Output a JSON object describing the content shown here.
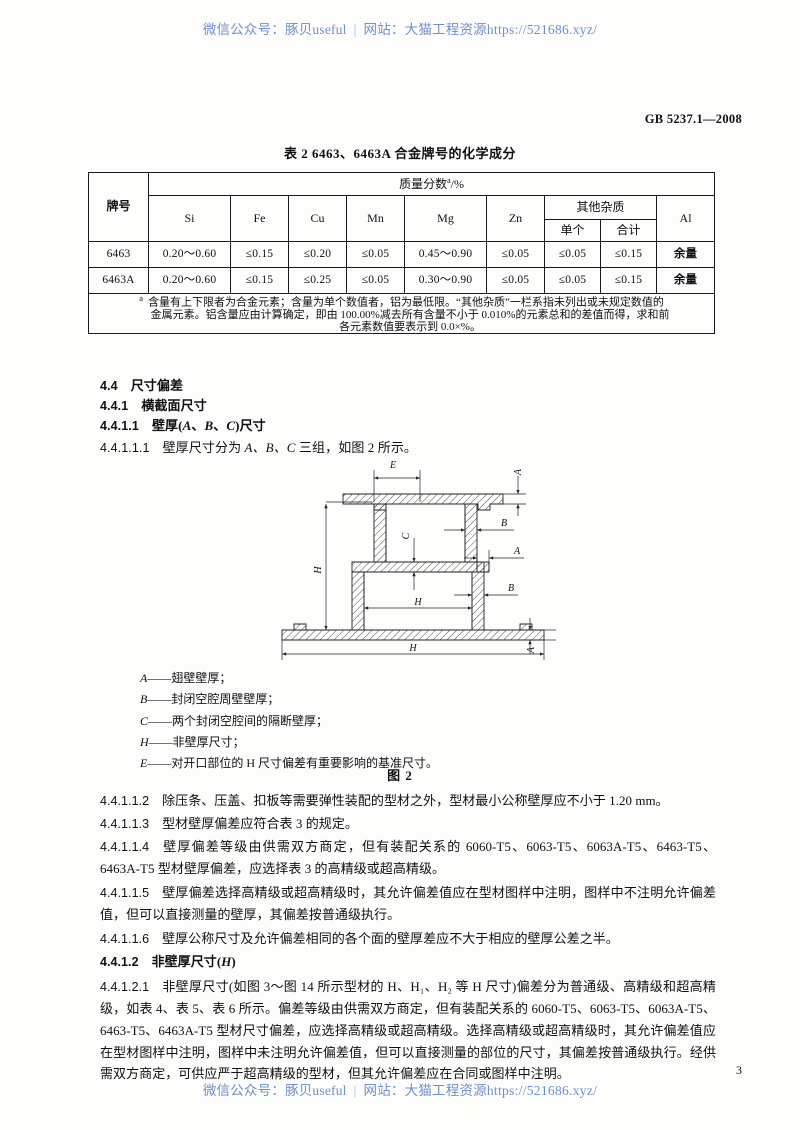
{
  "watermark": {
    "wechat_label": "微信公众号：",
    "wechat_name": "豚贝useful",
    "separator": "|",
    "site_label": "网站：",
    "site_name": "大猫工程资源",
    "url": "https://521686.xyz/"
  },
  "header": {
    "standard_code": "GB 5237.1—2008"
  },
  "footer": {
    "page_number": "3"
  },
  "table": {
    "title": "表 2    6463、6463A 合金牌号的化学成分",
    "col_brand": "牌号",
    "col_mass_fraction": "质量分数",
    "mass_fraction_sup": "a",
    "mass_fraction_unit": "/%",
    "col_si": "Si",
    "col_fe": "Fe",
    "col_cu": "Cu",
    "col_mn": "Mn",
    "col_mg": "Mg",
    "col_zn": "Zn",
    "col_other": "其他杂质",
    "col_other_single": "单个",
    "col_other_total": "合计",
    "col_al": "Al",
    "rows": [
      {
        "brand": "6463",
        "si": "0.20～0.60",
        "fe": "≤0.15",
        "cu": "≤0.20",
        "mn": "≤0.05",
        "mg": "0.45～0.90",
        "zn": "≤0.05",
        "other_single": "≤0.05",
        "other_total": "≤0.15",
        "al": "余量"
      },
      {
        "brand": "6463A",
        "si": "0.20～0.60",
        "fe": "≤0.15",
        "cu": "≤0.25",
        "mn": "≤0.05",
        "mg": "0.30～0.90",
        "zn": "≤0.05",
        "other_single": "≤0.05",
        "other_total": "≤0.15",
        "al": "余量"
      }
    ],
    "footnote_marker": "a",
    "footnote_line1": "含量有上下限者为合金元素；含量为单个数值者，铝为最低限。“其他杂质”一栏系指未列出或未规定数值的",
    "footnote_line2": "金属元素。铝含量应由计算确定，即由 100.00%减去所有含量不小于 0.010%的元素总和的差值而得，求和前",
    "footnote_line3": "各元素数值要表示到 0.0×%。"
  },
  "clauses": {
    "c44_num": "4.4",
    "c44_text": "尺寸偏差",
    "c441_num": "4.4.1",
    "c441_text": "横截面尺寸",
    "c4411_num": "4.4.1.1",
    "c4411_text_a": "壁厚(",
    "c4411_key_a": "A",
    "c4411_sep1": "、",
    "c4411_key_b": "B",
    "c4411_sep2": "、",
    "c4411_key_c": "C",
    "c4411_text_b": ")尺寸",
    "c44111_num": "4.4.1.1.1",
    "c44111_text_a": "壁厚尺寸分为 ",
    "c44111_keys": "A、B、C",
    "c44111_text_b": " 三组，如图 2 所示。",
    "c44112_num": "4.4.1.1.2",
    "c44112_text": "除压条、压盖、扣板等需要弹性装配的型材之外，型材最小公称壁厚应不小于 1.20 mm。",
    "c44113_num": "4.4.1.1.3",
    "c44113_text": "型材壁厚偏差应符合表 3 的规定。",
    "c44114_num": "4.4.1.1.4",
    "c44114_text": "壁厚偏差等级由供需双方商定，但有装配关系的 6060-T5、6063-T5、6063A-T5、6463-T5、6463A-T5 型材壁厚偏差，应选择表 3 的高精级或超高精级。",
    "c44115_num": "4.4.1.1.5",
    "c44115_text": "壁厚偏差选择高精级或超高精级时，其允许偏差值应在型材图样中注明，图样中不注明允许偏差值，但可以直接测量的壁厚，其偏差按普通级执行。",
    "c44116_num": "4.4.1.1.6",
    "c44116_text": "壁厚公称尺寸及允许偏差相同的各个面的壁厚差应不大于相应的壁厚公差之半。",
    "c4412_num": "4.4.1.2",
    "c4412_text_a": "非壁厚尺寸(",
    "c4412_key_h": "H",
    "c4412_text_b": ")",
    "c44121_num": "4.4.1.2.1",
    "c44121_text": "非壁厚尺寸(如图 3～图 14 所示型材的 H、H₁、H₂ 等 H 尺寸)偏差分为普通级、高精级和超高精级，如表 4、表 5、表 6 所示。偏差等级由供需双方商定，但有装配关系的 6060-T5、6063-T5、6063A-T5、6463-T5、6463A-T5 型材尺寸偏差，应选择高精级或超高精级。选择高精级或超高精级时，其允许偏差值应在型材图样中注明，图样中未注明允许偏差值，但可以直接测量的部位的尺寸，其偏差按普通级执行。经供需双方商定，可供应严于超高精级的型材，但其允许偏差应在合同或图样中注明。"
  },
  "figure": {
    "caption": "图 2",
    "dim_labels": {
      "a": "A",
      "b": "B",
      "c": "C",
      "e": "E",
      "h": "H"
    },
    "legend": [
      {
        "key": "A",
        "dash": "——",
        "desc": "翅壁壁厚；"
      },
      {
        "key": "B",
        "dash": "——",
        "desc": "封闭空腔周壁壁厚；"
      },
      {
        "key": "C",
        "dash": "——",
        "desc": "两个封闭空腔间的隔断壁厚；"
      },
      {
        "key": "H",
        "dash": "——",
        "desc": "非壁厚尺寸；"
      },
      {
        "key": "E",
        "dash": "——",
        "desc": "对开口部位的 H 尺寸偏差有重要影响的基准尺寸。"
      }
    ]
  },
  "colors": {
    "watermark_blue": "#6f8fc9",
    "text_black": "#101010",
    "rule_black": "#1a1a1a"
  }
}
